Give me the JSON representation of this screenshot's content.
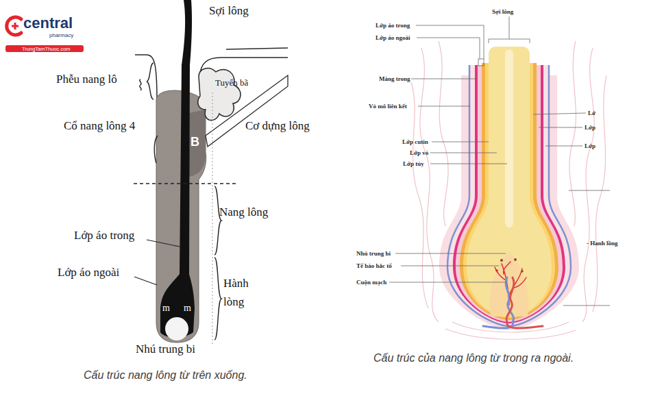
{
  "diagram": {
    "labels": [
      "central",
      "pharmacy",
      "TrungTamThuoc.com",
      "Sợi lông",
      "Phễu nang lô",
      "Tuyến bã",
      "Cổ nang lông 4",
      "Cơ dựng lông",
      "B",
      "Nang lông",
      "Lớp áo trong",
      "Lớp áo ngoài",
      "Hành lòng",
      "m",
      "m",
      "Nhú trung bi",
      "Cấu trúc nang lông từ trên xuống.",
      "Sợi lông",
      "Lớp áo trong",
      "Lớp áo ngoài",
      "Màng trong",
      "Vỏ mô liên kết",
      "Lớ",
      "Lớp",
      "Lớp",
      "Lớp cutin",
      "Lớp vỏ",
      "Lớp tủy",
      "- Hanh lồng",
      "Nhú trung bi",
      "Tế bào hắc tố",
      "Cuộn mạch",
      "Cấu trúc của nang lông từ trong ra ngoài."
    ]
  }
}
